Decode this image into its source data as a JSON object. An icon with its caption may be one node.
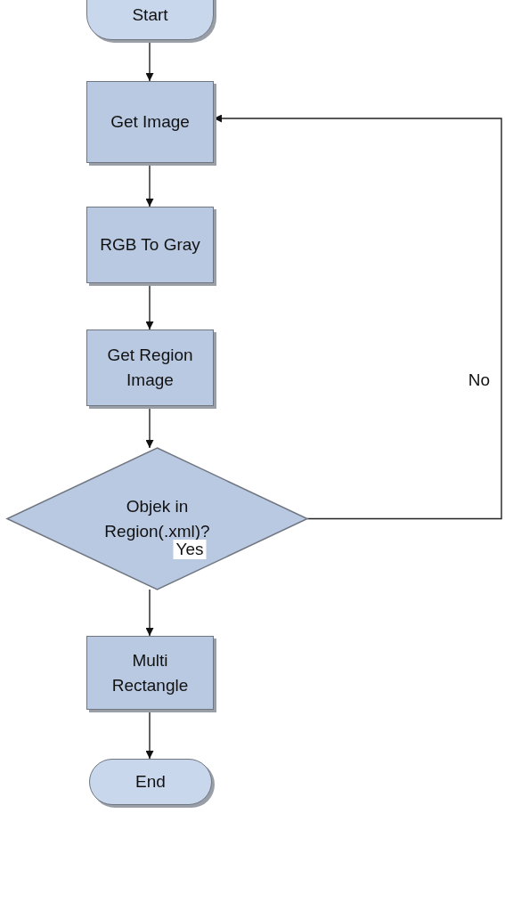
{
  "diagram": {
    "nodes": [
      {
        "text": [
          "Start"
        ]
      },
      {
        "text": [
          "Get Image"
        ]
      },
      {
        "text": [
          "RGB To Gray"
        ]
      },
      {
        "text": [
          "Get Region Image"
        ]
      },
      {
        "text": [
          "Objek in Region(.xml)?"
        ]
      },
      {
        "text": [
          "Multi Rectangle"
        ]
      },
      {
        "text": [
          "End"
        ]
      }
    ],
    "edges": [
      {
        "from": 0,
        "to": 1,
        "arrow": "to"
      },
      {
        "from": 1,
        "to": 2,
        "arrow": "to"
      },
      {
        "from": 2,
        "to": 3,
        "arrow": "to"
      },
      {
        "from": 3,
        "to": 4,
        "arrow": "to"
      },
      {
        "from": 4,
        "to": 5,
        "arrow": "to",
        "label": "Yes"
      },
      {
        "from": 4,
        "to": 1,
        "arrow": "to",
        "label": "No"
      },
      {
        "from": 5,
        "to": 6,
        "arrow": "to"
      }
    ]
  }
}
